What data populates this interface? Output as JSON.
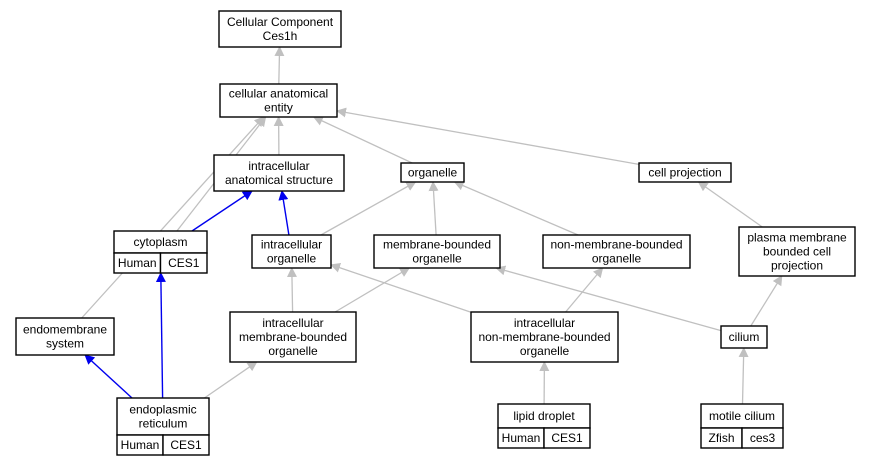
{
  "colors": {
    "human": "#f4614a",
    "zfish": "#5b8fe6",
    "edge_default": "#c0c0c0",
    "edge_highlight": "#0000ee"
  },
  "nodes": [
    {
      "id": "cc",
      "lines": [
        "Cellular Component",
        "Ces1h"
      ]
    },
    {
      "id": "cae",
      "lines": [
        "cellular anatomical",
        "entity"
      ]
    },
    {
      "id": "ias",
      "lines": [
        "intracellular",
        "anatomical structure"
      ]
    },
    {
      "id": "org",
      "lines": [
        "organelle"
      ]
    },
    {
      "id": "cp",
      "lines": [
        "cell projection"
      ]
    },
    {
      "id": "cyto",
      "lines": [
        "cytoplasm"
      ],
      "tags": [
        {
          "label": "Human",
          "color": "human"
        },
        {
          "label": "CES1",
          "color": "human"
        }
      ]
    },
    {
      "id": "io",
      "lines": [
        "intracellular",
        "organelle"
      ]
    },
    {
      "id": "mbo",
      "lines": [
        "membrane-bounded",
        "organelle"
      ]
    },
    {
      "id": "nmbo",
      "lines": [
        "non-membrane-bounded",
        "organelle"
      ]
    },
    {
      "id": "pmbcp",
      "lines": [
        "plasma membrane",
        "bounded cell",
        "projection"
      ]
    },
    {
      "id": "ems",
      "lines": [
        "endomembrane",
        "system"
      ]
    },
    {
      "id": "imbo",
      "lines": [
        "intracellular",
        "membrane-bounded",
        "organelle"
      ]
    },
    {
      "id": "inmbo",
      "lines": [
        "intracellular",
        "non-membrane-bounded",
        "organelle"
      ]
    },
    {
      "id": "cil",
      "lines": [
        "cilium"
      ]
    },
    {
      "id": "er",
      "lines": [
        "endoplasmic",
        "reticulum"
      ],
      "tags": [
        {
          "label": "Human",
          "color": "human"
        },
        {
          "label": "CES1",
          "color": "human"
        }
      ]
    },
    {
      "id": "ld",
      "lines": [
        "lipid droplet"
      ],
      "tags": [
        {
          "label": "Human",
          "color": "human"
        },
        {
          "label": "CES1",
          "color": "human"
        }
      ]
    },
    {
      "id": "mcil",
      "lines": [
        "motile cilium"
      ],
      "tags": [
        {
          "label": "Zfish",
          "color": "zfish"
        },
        {
          "label": "ces3",
          "color": "zfish"
        }
      ]
    }
  ],
  "edges": [
    {
      "from": "cae",
      "to": "cc",
      "style": "default"
    },
    {
      "from": "ias",
      "to": "cae",
      "style": "default"
    },
    {
      "from": "org",
      "to": "cae",
      "style": "default"
    },
    {
      "from": "cp",
      "to": "cae",
      "style": "default"
    },
    {
      "from": "cyto",
      "to": "cae",
      "style": "default"
    },
    {
      "from": "ems",
      "to": "cae",
      "style": "default"
    },
    {
      "from": "cyto",
      "to": "ias",
      "style": "highlight"
    },
    {
      "from": "io",
      "to": "ias",
      "style": "highlight"
    },
    {
      "from": "io",
      "to": "org",
      "style": "default"
    },
    {
      "from": "mbo",
      "to": "org",
      "style": "default"
    },
    {
      "from": "nmbo",
      "to": "org",
      "style": "default"
    },
    {
      "from": "pmbcp",
      "to": "cp",
      "style": "default"
    },
    {
      "from": "imbo",
      "to": "io",
      "style": "default"
    },
    {
      "from": "imbo",
      "to": "mbo",
      "style": "default"
    },
    {
      "from": "inmbo",
      "to": "io",
      "style": "default"
    },
    {
      "from": "inmbo",
      "to": "nmbo",
      "style": "default"
    },
    {
      "from": "cil",
      "to": "mbo",
      "style": "default"
    },
    {
      "from": "cil",
      "to": "pmbcp",
      "style": "default"
    },
    {
      "from": "er",
      "to": "cyto",
      "style": "highlight"
    },
    {
      "from": "er",
      "to": "ems",
      "style": "highlight"
    },
    {
      "from": "er",
      "to": "imbo",
      "style": "default"
    },
    {
      "from": "ld",
      "to": "inmbo",
      "style": "default"
    },
    {
      "from": "mcil",
      "to": "cil",
      "style": "default"
    }
  ]
}
